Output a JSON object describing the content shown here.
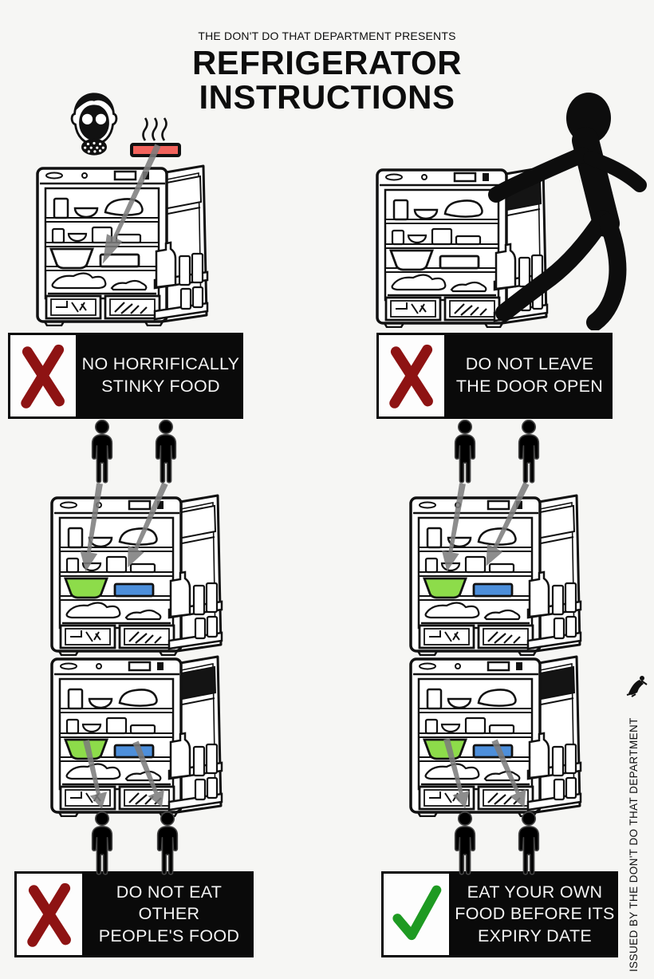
{
  "poster": {
    "kicker": "THE DON'T DO THAT DEPARTMENT PRESENTS",
    "title_line1": "REFRIGERATOR",
    "title_line2": "INSTRUCTIONS",
    "issued_by_vertical": "ISSUED BY THE DON'T DO THAT DEPARTMENT"
  },
  "colors": {
    "bg": "#f6f6f4",
    "ink": "#0d0d0d",
    "label_bg": "#0a0a0a",
    "label_text": "#f5f5f5",
    "x_red": "#8e1313",
    "check_green": "#1e9a22",
    "arrow_gray": "#7c7c7c",
    "person_green": "#9fe86a",
    "person_blue": "#68a1e8",
    "bowl_green": "#8ddc4a",
    "tray_blue": "#4d8fdb",
    "stinky_dish": "#f2635c"
  },
  "panels": [
    {
      "id": "stinky-food",
      "verdict": "no",
      "verdict_icon": "red-x-icon",
      "label": "NO HORRIFICALLY\nSTINKY FOOD",
      "scene_icons": [
        "gas-mask-icon",
        "steaming-dish-icon",
        "gray-arrow-icon",
        "open-fridge-art"
      ]
    },
    {
      "id": "door-open",
      "verdict": "no",
      "verdict_icon": "red-x-icon",
      "label": "DO NOT LEAVE\nTHE DOOR OPEN",
      "scene_icons": [
        "open-fridge-art",
        "walking-person-silhouette"
      ]
    },
    {
      "id": "other-peoples-food",
      "verdict": "no",
      "verdict_icon": "red-x-icon",
      "label": "DO NOT EAT OTHER\nPEOPLE'S FOOD",
      "people_top": [
        "green",
        "blue"
      ],
      "people_bottom": [
        "blue",
        "green"
      ],
      "arrows": "crossed-ownership",
      "scene_icons": [
        "green-person-figure",
        "blue-person-figure",
        "gray-arrow-icon",
        "open-fridge-art"
      ]
    },
    {
      "id": "expiry-date",
      "verdict": "yes",
      "verdict_icon": "green-check-icon",
      "label": "EAT YOUR OWN\nFOOD BEFORE ITS\nEXPIRY DATE",
      "people_top": [
        "green",
        "blue"
      ],
      "people_bottom": [
        "green",
        "blue"
      ],
      "arrows": "same-ownership",
      "scene_icons": [
        "green-person-figure",
        "blue-person-figure",
        "gray-arrow-icon",
        "open-fridge-art"
      ]
    }
  ],
  "icons": {
    "gas_mask": "gas-mask-icon",
    "steaming_dish": "steaming-dish-icon",
    "prohibited": "red-x-icon",
    "allowed": "green-check-icon",
    "arrow": "gray-arrow-icon",
    "fridge": "open-fridge-art",
    "walking_person": "walking-person-silhouette",
    "person_green": "green-person-figure",
    "person_blue": "blue-person-figure",
    "department_logo": "dont-do-that-department-logo"
  }
}
